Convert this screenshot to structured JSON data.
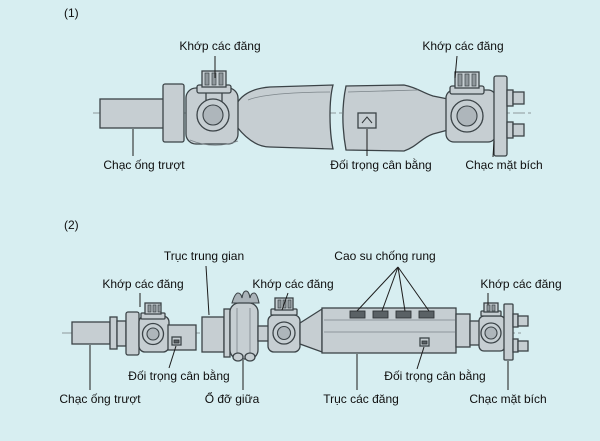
{
  "colors": {
    "background": "#d7eef1",
    "metal_fill": "#c6ced2",
    "metal_shade": "#aab3b9",
    "outline": "#3b4347",
    "rubber_dark": "#5a6165",
    "label_text": "#0e0e0e"
  },
  "figure1": {
    "index": "(1)",
    "labels": {
      "ujoint_left": "Khớp các đăng",
      "ujoint_right": "Khớp các đăng",
      "sleeve_yoke": "Chạc ống trượt",
      "balance_weight": "Đối trọng cân bằng",
      "flange_yoke": "Chạc mặt bích"
    }
  },
  "figure2": {
    "index": "(2)",
    "labels": {
      "intermediate_shaft": "Trục trung gian",
      "damper_rubber": "Cao su chống rung",
      "ujoint_left": "Khớp các đăng",
      "ujoint_middle": "Khớp các đăng",
      "ujoint_right": "Khớp các đăng",
      "balance_weight_left": "Đối trọng cân bằng",
      "balance_weight_right": "Đối trọng cân bằng",
      "sleeve_yoke": "Chạc ống trượt",
      "center_bearing": "Ổ đỡ giữa",
      "propeller_shaft": "Trục các đăng",
      "flange_yoke": "Chạc mặt bích"
    }
  }
}
